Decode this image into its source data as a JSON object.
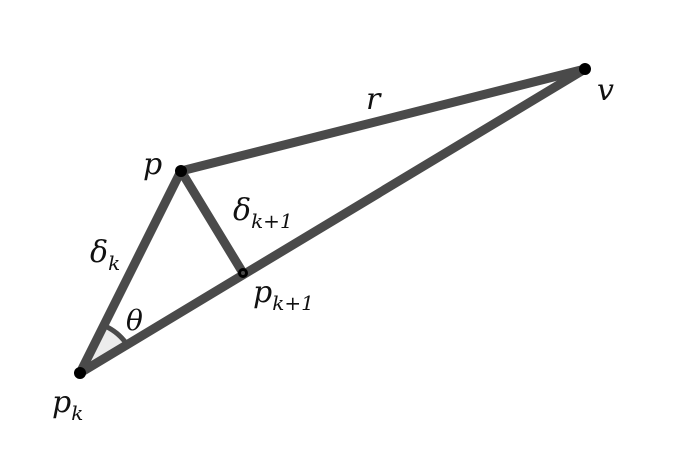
{
  "colors": {
    "edge": "#4a4a4a",
    "vertex": "#000000",
    "angle_fill": "#ececec",
    "label": "#111111"
  },
  "labels": {
    "p": "p",
    "v": "v",
    "r": "r",
    "delta": "δ",
    "delta_k_sub": "k",
    "delta_k1_sub": "k+1",
    "theta": "θ",
    "p_k_base": "p",
    "p_k_sub": "k",
    "p_k1_base": "p",
    "p_k1_sub": "k+1"
  }
}
